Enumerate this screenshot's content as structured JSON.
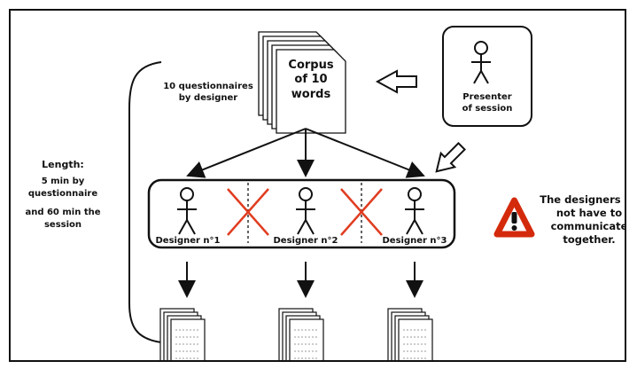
{
  "corpus": {
    "line1": "Corpus",
    "line2": "of 10",
    "line3": "words"
  },
  "questionnaires_note": {
    "line1": "10 questionnaires",
    "line2": "by designer"
  },
  "presenter": {
    "line1": "Presenter",
    "line2": "of session"
  },
  "length_note": {
    "title": "Length:",
    "line1": "5 min by",
    "line2": "questionnaire",
    "line3": "and 60 min the",
    "line4": "session"
  },
  "designers": [
    {
      "label": "Designer n°1"
    },
    {
      "label": "Designer n°2"
    },
    {
      "label": "Designer n°3"
    }
  ],
  "warning": {
    "icon": "warning-triangle-icon",
    "line1": "The designers do",
    "line2": "not have to",
    "line3": "communicate",
    "line4": "together."
  },
  "colors": {
    "cross": "#e03c20",
    "warning_red": "#d42a0c",
    "ink": "#111111"
  }
}
